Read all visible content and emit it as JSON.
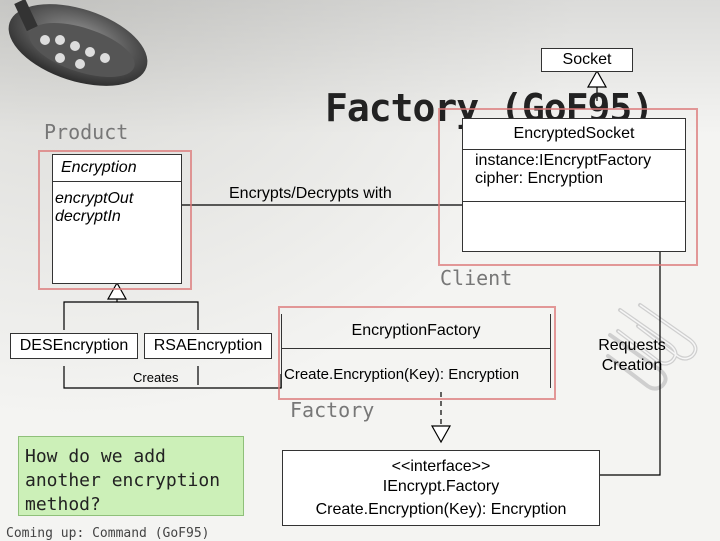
{
  "title": "Factory (GoF95)",
  "regions": {
    "product": "Product",
    "client": "Client",
    "factory": "Factory"
  },
  "classes": {
    "socket": "Socket",
    "encrypted_socket": {
      "name": "EncryptedSocket",
      "attr1": "instance:IEncryptFactory",
      "attr2": "cipher: Encryption"
    },
    "encryption": {
      "name": "Encryption",
      "method1": "encryptOut",
      "method2": "decryptIn"
    },
    "des": "DESEncryption",
    "rsa": "RSAEncryption",
    "encryption_factory": {
      "name": "EncryptionFactory",
      "method": "Create.Encryption(Key): Encryption"
    },
    "iencrypt_factory": {
      "stereotype": "<<interface>>",
      "name": "IEncrypt.Factory",
      "method": "Create.Encryption(Key): Encryption"
    }
  },
  "relations": {
    "encrypts": "Encrypts/Decrypts with",
    "creates": "Creates",
    "requests": "Requests Creation"
  },
  "note": "How do we add another encryption method?",
  "footer": "Coming up: Command (GoF95)"
}
